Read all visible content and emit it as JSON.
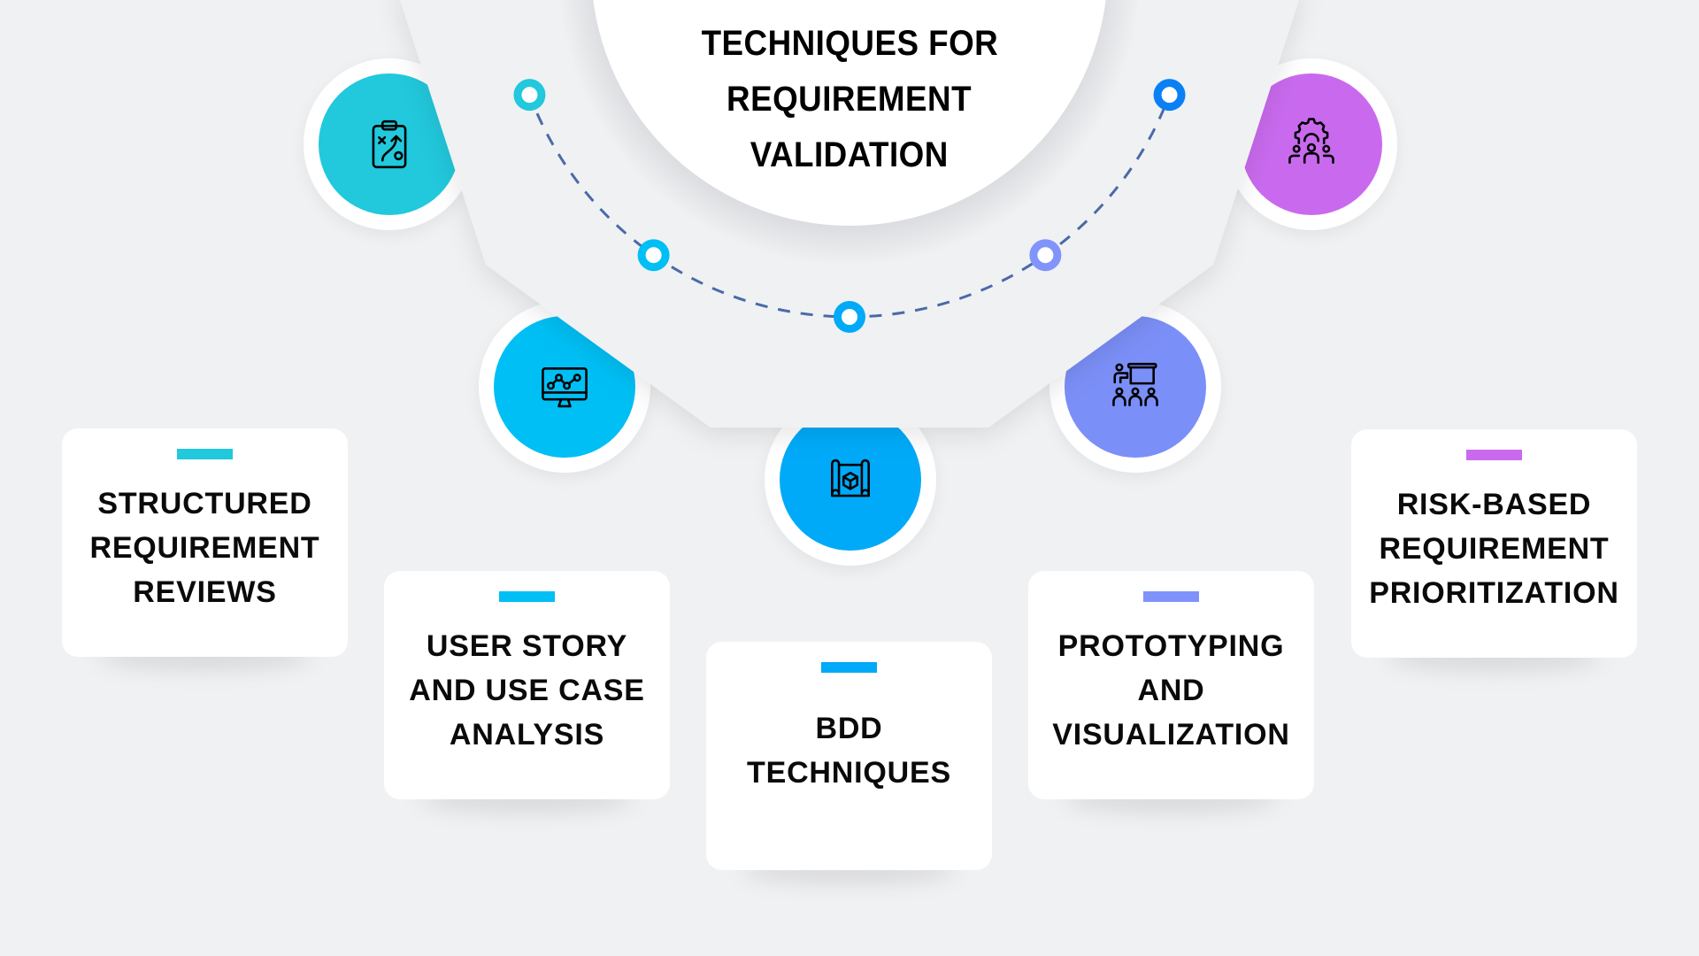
{
  "title": {
    "lines": [
      "TECHNIQUES FOR",
      "REQUIREMENT",
      "VALIDATION"
    ]
  },
  "colors": {
    "background": "#f0f1f3",
    "arc_dash": "#4a6aa8",
    "text": "#0a0a0a"
  },
  "techniques": [
    {
      "lines": [
        "STRUCTURED",
        "REQUIREMENT",
        "REVIEWS"
      ],
      "icon": "clipboard-strategy-icon",
      "color": "#22c8dc",
      "dot_color": "#22c8dc"
    },
    {
      "lines": [
        "USER STORY",
        "AND USE CASE",
        "ANALYSIS"
      ],
      "icon": "monitor-chart-icon",
      "color": "#00bff5",
      "dot_color": "#00bff5"
    },
    {
      "lines": [
        "BDD",
        "TECHNIQUES"
      ],
      "icon": "blueprint-cube-icon",
      "color": "#00aaf8",
      "dot_color": "#00aaf8"
    },
    {
      "lines": [
        "PROTOTYPING",
        "AND",
        "VISUALIZATION"
      ],
      "icon": "presentation-audience-icon",
      "color": "#7b8ff8",
      "dot_color": "#8094fc"
    },
    {
      "lines": [
        "RISK-BASED",
        "REQUIREMENT",
        "PRIORITIZATION"
      ],
      "icon": "gear-team-icon",
      "color": "#c96aee",
      "dot_color": "#0a80f5"
    }
  ]
}
